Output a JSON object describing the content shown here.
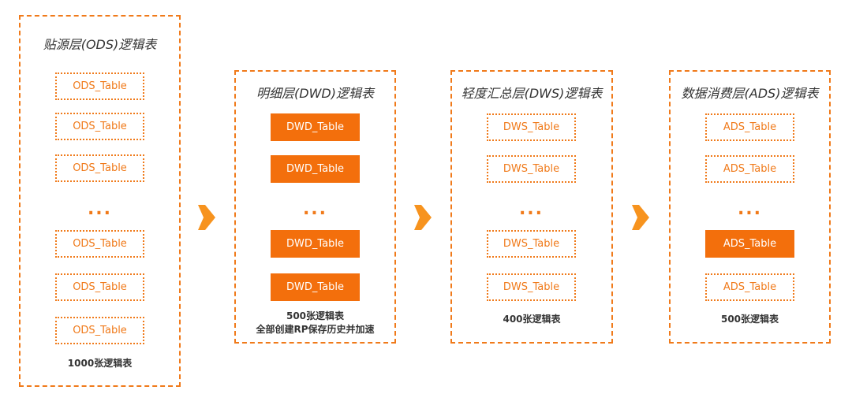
{
  "colors": {
    "accent": "#f07a1a",
    "filled": "#f36f0c",
    "text": "#333333"
  },
  "panels": [
    {
      "title": "贴源层(ODS)逻辑表",
      "tables": [
        {
          "label": "ODS_Table",
          "style": "outline"
        },
        {
          "label": "ODS_Table",
          "style": "outline"
        },
        {
          "label": "ODS_Table",
          "style": "outline"
        },
        {
          "label": "ODS_Table",
          "style": "outline"
        },
        {
          "label": "ODS_Table",
          "style": "outline"
        },
        {
          "label": "ODS_Table",
          "style": "outline"
        }
      ],
      "ellipsis": "...",
      "summary_lines": [
        "1000张逻辑表"
      ]
    },
    {
      "title": "明细层(DWD)逻辑表",
      "tables": [
        {
          "label": "DWD_Table",
          "style": "filled"
        },
        {
          "label": "DWD_Table",
          "style": "filled"
        },
        {
          "label": "DWD_Table",
          "style": "filled"
        },
        {
          "label": "DWD_Table",
          "style": "filled"
        }
      ],
      "ellipsis": "...",
      "summary_lines": [
        "500张逻辑表",
        "全部创建RP保存历史并加速"
      ]
    },
    {
      "title": "轻度汇总层(DWS)逻辑表",
      "tables": [
        {
          "label": "DWS_Table",
          "style": "outline"
        },
        {
          "label": "DWS_Table",
          "style": "outline"
        },
        {
          "label": "DWS_Table",
          "style": "outline"
        },
        {
          "label": "DWS_Table",
          "style": "outline"
        }
      ],
      "ellipsis": "...",
      "summary_lines": [
        "400张逻辑表"
      ]
    },
    {
      "title": "数据消费层(ADS)逻辑表",
      "tables": [
        {
          "label": "ADS_Table",
          "style": "outline"
        },
        {
          "label": "ADS_Table",
          "style": "outline"
        },
        {
          "label": "ADS_Table",
          "style": "filled"
        },
        {
          "label": "ADS_Table",
          "style": "outline"
        }
      ],
      "ellipsis": "...",
      "summary_lines": [
        "500张逻辑表"
      ]
    }
  ],
  "arrows": [
    {
      "icon": "arrow-right-icon"
    },
    {
      "icon": "arrow-right-icon"
    },
    {
      "icon": "arrow-right-icon"
    }
  ]
}
